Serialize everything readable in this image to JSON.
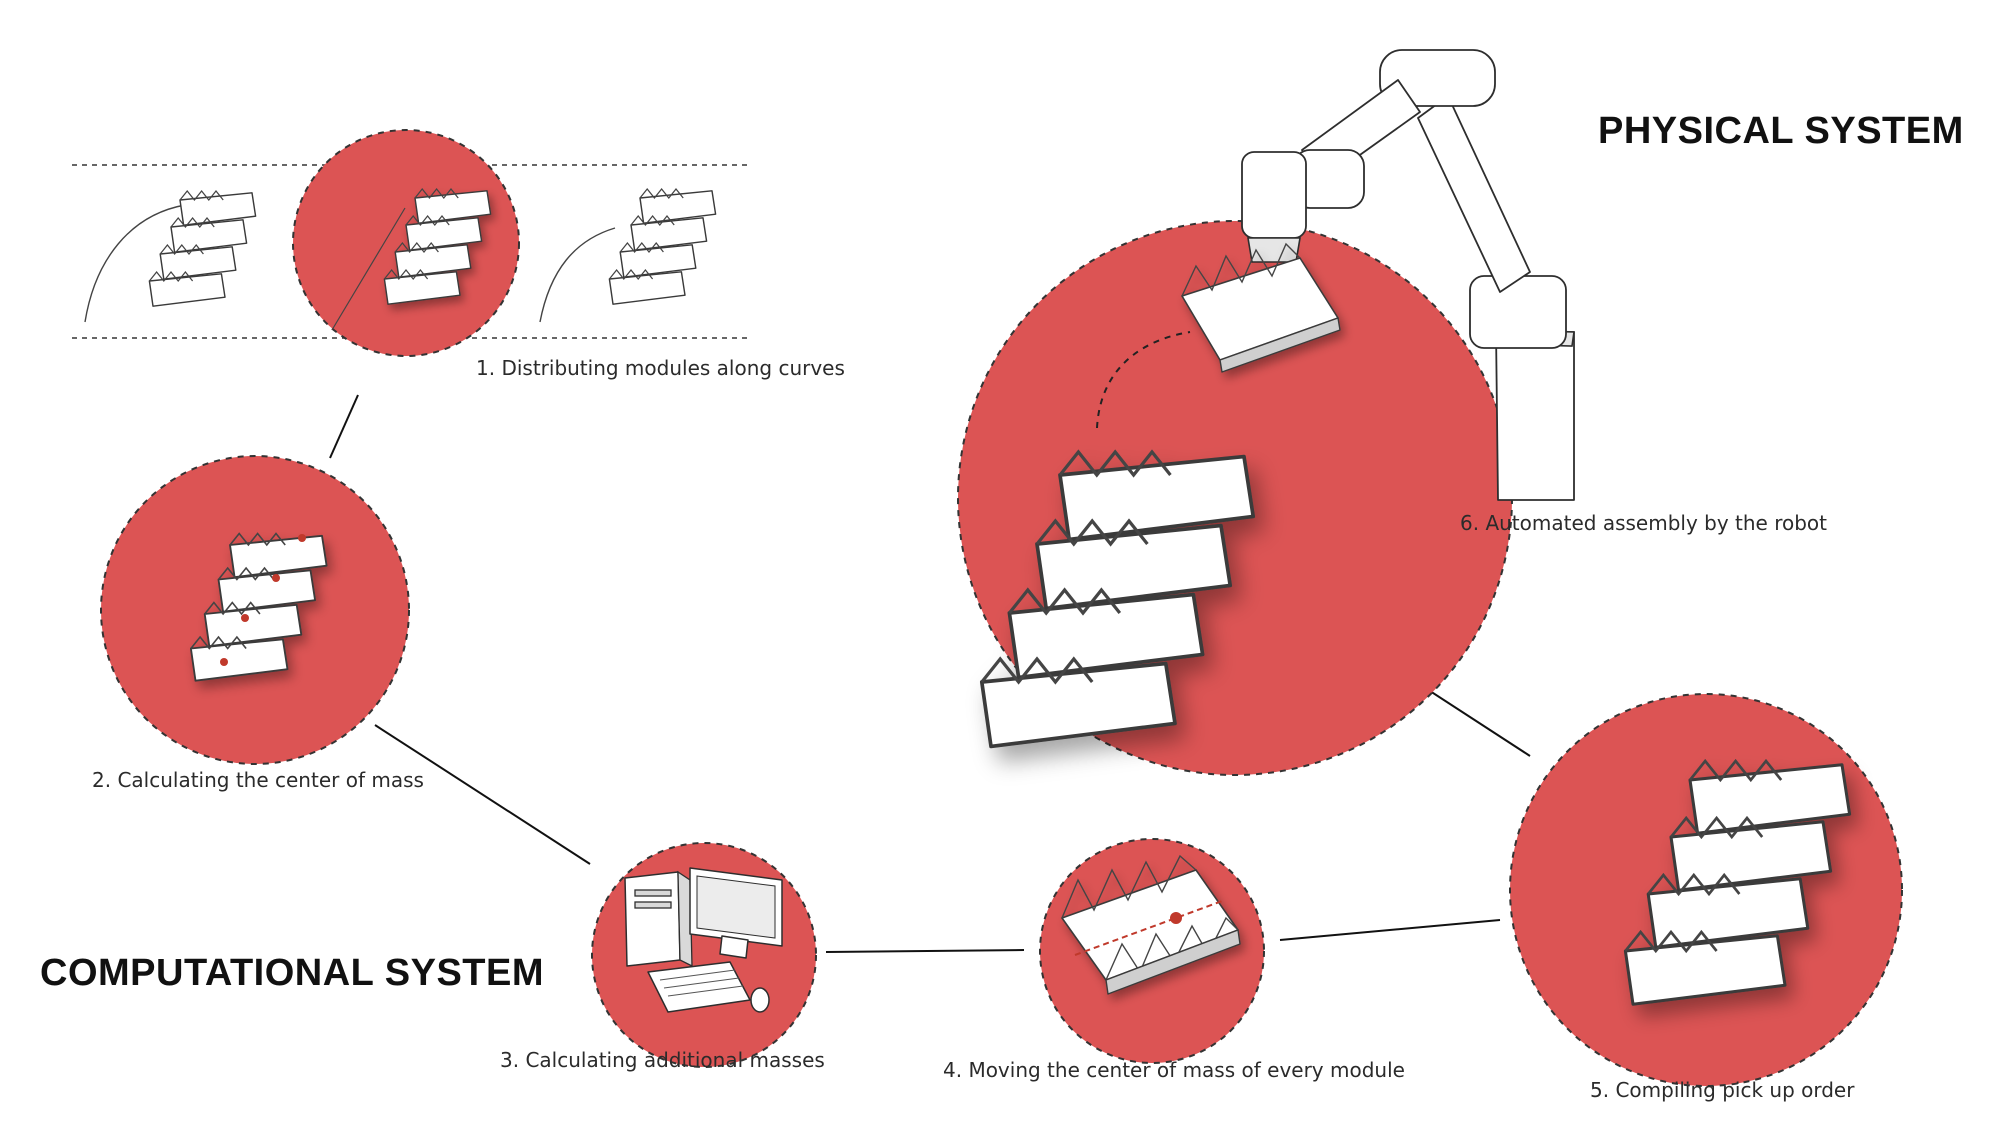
{
  "diagram": {
    "systems": {
      "physical": "PHYSICAL SYSTEM",
      "computational": "COMPUTATIONAL SYSTEM"
    },
    "steps": [
      {
        "label": "1. Distributing modules along curves"
      },
      {
        "label": "2. Calculating the center of mass"
      },
      {
        "label": "3. Calculating additional masses"
      },
      {
        "label": "4. Moving the center of mass of every module"
      },
      {
        "label": "5. Compiling pick up order"
      },
      {
        "label": "6. Automated assembly by the robot"
      }
    ],
    "colors": {
      "accent_red": "#dc5454",
      "outline": "#333333",
      "background": "#ffffff"
    }
  }
}
